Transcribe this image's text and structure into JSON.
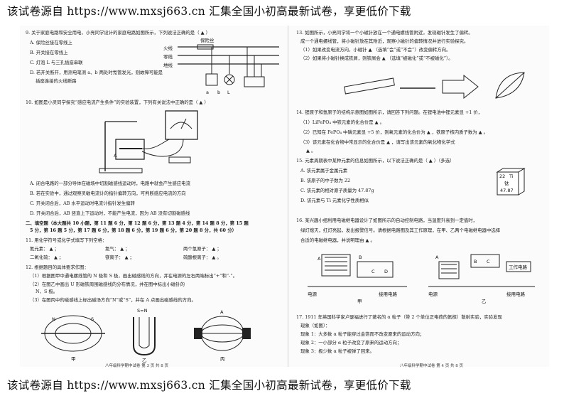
{
  "banner": {
    "top_text": "该试卷源自 https://www.mxsj663.cn 汇集全国小初高最新试卷，享更低价下载",
    "bottom_text": "该试卷源自 https://www.mxsj663.cn 汇集全国小初高最新试卷，享更低价下载"
  },
  "left": {
    "q9": {
      "stem": "9. 关于家庭电路和安全用电，小亮同学设计的家庭电路如图所示，下列说法正确的是（  ▲  ）",
      "a": "A. 保险丝接在零线上",
      "b": "B. 开关接在零线上",
      "c": "C. 灯泡 L 与三孔插座串联",
      "d": "D. 若开关断开，用测电笔测 a、b 两处时氖管发光，则故障可能是",
      "d2": "插座连接的火线断路",
      "label_fuse": "保险丝",
      "label_live": "火线",
      "label_neutral": "零线",
      "label_ground": "地线",
      "label_a": "a",
      "label_b": "b",
      "label_L": "L"
    },
    "q10": {
      "stem": "10. 如图是小灵同学探究“感应电流产生条件”的实验装置，下列有关说法中正确的是（  ▲  ）",
      "a": "A. 闭合电路的一部分导体在磁场中切割磁感线运动时，电路中就会产生感应电流",
      "b": "B. 若在实验中，通过观察灵敏电流计的指针偏转方向，可判断感应电流的方向",
      "c": "C. 开关闭合后，AB 水平运动时电流计指针发生偏转",
      "d": "D. 开关闭合后，AB 竖直上下运动时，不能产生电流，因为 AB 没有切割磁感线",
      "label_A": "A"
    },
    "section2": "二、填空题（本大题共 10 小题，第 11 题 6 分，第 12 题 6 分，第 13 题 4 分，第 14 题 8 分，第 15 题",
    "section2b": "5 分，第 16 题 5 分，第 17 题 6 分，第 18 题 6 分，第 19 题 6 分，第 20 题 8 分，共 60 分）",
    "q11": {
      "stem": "11. 用化学符号或化学式填写下列空格：",
      "items": [
        "氦元素：  ▲  ；",
        "氮气：  ▲  ；",
        "两个氢原子：  ▲  ；",
        "二氧化硫：  ▲  ；",
        "镁离子：  ▲  ；",
        "硫酸根离子：  ▲  。"
      ]
    },
    "q12": {
      "stem": "12. 根据题目的具体要求作图：",
      "l1": "（1）根据图甲中通电螺线管的 N 极和 S 极，画出磁感线的方向，并在电源的左右两端标出“+”和“-”。",
      "l2": "（2）在图乙中画出 U 形磁铁周围磁感线的分布情况，并在图中标出小磁针的",
      "l3": "N、S 极。",
      "l4": "（3）在图丙中的磁感线上标出磁场方向“N”或“S”，并在 A 点画出磁感线的方向。",
      "label_jia": "甲",
      "label_yi": "乙",
      "label_bing": "丙",
      "label_SN": "S=N",
      "label_A": "A",
      "label_N": "N",
      "label_S": "S"
    },
    "footer": "八年级科学期中试卷  第 3 页  共 8 页"
  },
  "right": {
    "q13": {
      "stem": "13. 如图所示，小亮同学将一个小磁针放在一个通电螺线管附近，发现磁针发生了偏转。",
      "l2": "成一个通电螺线管，将小磁针放在其附近，观察小磁针的偏转情况并进行实验探究。",
      "l3": "（1）如果改变电流方向，小磁针  ▲  （选填“会”或“不会”）改变偏转方向。",
      "l4": "（2）如果将小磁针换成铁屑，则铁屑会  ▲  （选填“被磁化”或“不被磁化”）。"
    },
    "q14": {
      "stem": "14. 锂原子和氢原子的结构示意图如图所示，请回答下列问题。在锂电池中锂元素显 +1 价，",
      "l1": "（1）LiFePO₄ 中铁元素的化合价是  ▲  。",
      "l2": "（2）已知在 FePO₄ 中磷元素显 +5 价，则氧元素的化合价为  ▲  ，铁原子核内质子数为  ▲  。",
      "l3": "（3）该元素在化合物中常显示的化合价是  ▲  ，请写出该元素的氧化物化学式",
      "l4": "  ▲  。",
      "l5": "15. 元素周期表中某种元素的信息如图所示，以下说法正确的是（  ▲  ）（多选）",
      "opt_a": "A. 该元素属于金属元素",
      "opt_b": "B. 该原子的中子数为 22",
      "opt_c": "C. 该元素的相对原子质量为 47.87g",
      "opt_d": "D. 该元素与 Ti 元素化学性质相似",
      "cell_num": "22",
      "cell_sym": "Ti",
      "cell_name": "钛",
      "cell_mass": "47.87"
    },
    "q16": {
      "stem": "16. 某兴趣小组利用电磁继电器设计了如图所示的自动控制电路，当温度升高到一定值时，",
      "l2": "绿灯熄灭，红灯亮起，发出报警信号。请根据电路图及其工作原理，在甲、乙两个电磁继电器中选择",
      "l3": "合适的电磁继电器，并说明理由  ▲  。",
      "label_A": "A",
      "label_B": "B",
      "label_C": "C",
      "label_D": "D",
      "label_source": "电源",
      "label_circuit": "接用电路",
      "label_jia": "甲",
      "label_yi": "乙",
      "label_worker": "工作电路"
    },
    "q17": {
      "stem": "17. 1911 年英国科学家卢瑟福进行了著名的 α 粒子（带 2 个单位正电荷的氦核）散射实验，实验发现",
      "l2": "现象（如图）：",
      "l3": "现象 1：大多数 α 粒子能穿过金箔而不改变原来的运动方向；",
      "l4": "现象 2：一小部分 α 粒子改变了原来的运动方向；",
      "l5": "现象 3：极少数 α 粒子被弹了回来。"
    },
    "footer": "八年级科学期中试卷  第 4 页  共 8 页"
  }
}
